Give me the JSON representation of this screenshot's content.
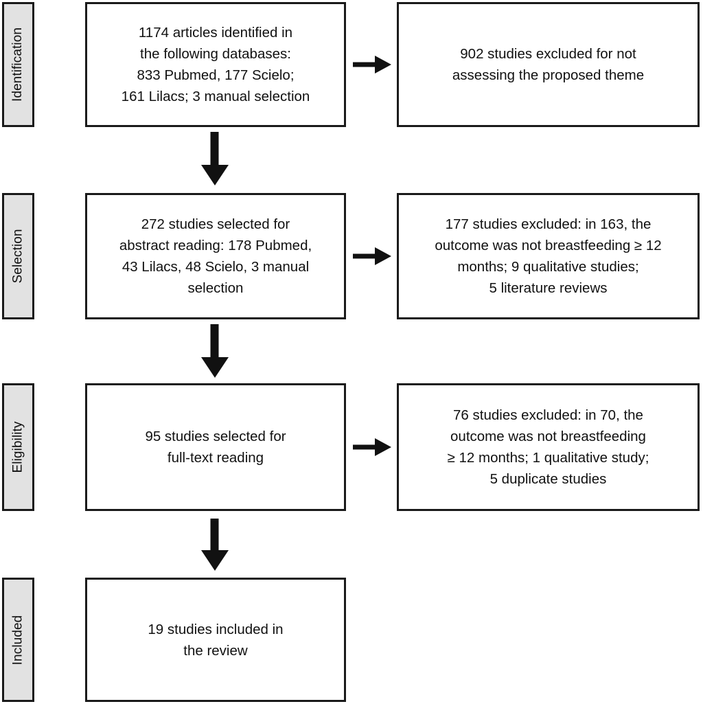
{
  "diagram": {
    "type": "prisma-flow-diagram",
    "colors": {
      "box_border": "#1a1a1a",
      "box_fill": "#ffffff",
      "stage_tab_fill": "#e2e2e2",
      "arrow": "#111111",
      "text": "#111111",
      "background": "#ffffff"
    },
    "stages": [
      {
        "id": "identification",
        "label": "Identification"
      },
      {
        "id": "selection",
        "label": "Selection"
      },
      {
        "id": "eligibility",
        "label": "Eligibility"
      },
      {
        "id": "included",
        "label": "Included"
      }
    ],
    "included_boxes": [
      {
        "id": "identified-records",
        "stage": "identification",
        "text": "1174 articles identified in\nthe following databases:\n833 Pubmed, 177 Scielo;\n161 Lilacs; 3 manual selection"
      },
      {
        "id": "abstract-screening",
        "stage": "selection",
        "text": "272 studies selected for\nabstract reading: 178 Pubmed,\n43 Lilacs, 48 Scielo, 3 manual\nselection"
      },
      {
        "id": "full-text-screening",
        "stage": "eligibility",
        "text": "95 studies selected for\nfull-text reading"
      },
      {
        "id": "final-included",
        "stage": "included",
        "text": "19 studies included in\nthe review"
      }
    ],
    "excluded_boxes": [
      {
        "id": "excluded-identification",
        "stage": "identification",
        "text": "902 studies excluded for not\nassessing the proposed theme"
      },
      {
        "id": "excluded-selection",
        "stage": "selection",
        "text": "177 studies excluded: in 163, the\noutcome was not breastfeeding ≥ 12\nmonths; 9 qualitative studies;\n5 literature reviews"
      },
      {
        "id": "excluded-eligibility",
        "stage": "eligibility",
        "text": "76 studies excluded: in 70, the\noutcome was not breastfeeding\n≥ 12 months; 1 qualitative study;\n5 duplicate studies"
      }
    ],
    "arrows": {
      "down": [
        {
          "id": "arrow-identification-to-selection",
          "icon": "arrow-down-icon"
        },
        {
          "id": "arrow-selection-to-eligibility",
          "icon": "arrow-down-icon"
        },
        {
          "id": "arrow-eligibility-to-included",
          "icon": "arrow-down-icon"
        }
      ],
      "right": [
        {
          "id": "arrow-identification-excluded",
          "icon": "arrow-right-icon"
        },
        {
          "id": "arrow-selection-excluded",
          "icon": "arrow-right-icon"
        },
        {
          "id": "arrow-eligibility-excluded",
          "icon": "arrow-right-icon"
        }
      ]
    },
    "counts": {
      "identified_total": 1174,
      "identified_pubmed": 833,
      "identified_scielo": 177,
      "identified_lilacs": 161,
      "identified_manual": 3,
      "excluded_identification": 902,
      "abstract_total": 272,
      "abstract_pubmed": 178,
      "abstract_lilacs": 43,
      "abstract_scielo": 48,
      "abstract_manual": 3,
      "excluded_selection": 177,
      "excluded_selection_outcome": 163,
      "excluded_selection_qualitative": 9,
      "excluded_selection_reviews": 5,
      "fulltext_total": 95,
      "excluded_eligibility": 76,
      "excluded_eligibility_outcome": 70,
      "excluded_eligibility_qualitative": 1,
      "excluded_eligibility_duplicates": 5,
      "final_included": 19
    }
  }
}
